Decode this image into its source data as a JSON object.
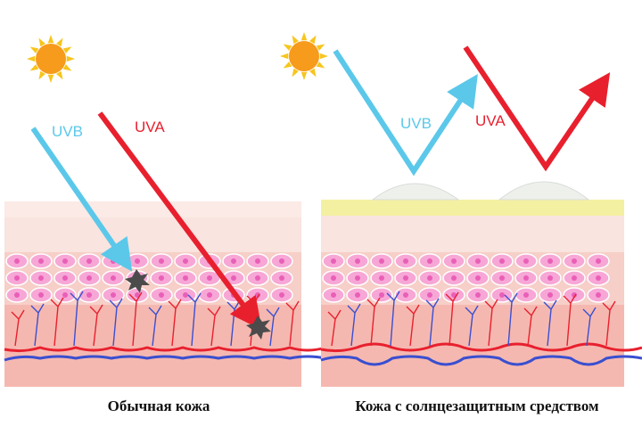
{
  "labels": {
    "uvb_left": "UVB",
    "uva_left": "UVA",
    "uvb_right": "UVB",
    "uva_right": "UVA"
  },
  "captions": {
    "left": "Обычная кожа",
    "right": "Кожа с солнцезащитным средством"
  },
  "colors": {
    "uvb": "#5bc8ea",
    "uva": "#e8202e",
    "sun": "#f79b1c",
    "sun_rays": "#f7c51c",
    "epidermis": "#f9e4df",
    "cell_layer": "#f6cfc8",
    "cell_fill": "#f7a7d6",
    "cell_core": "#e95fb8",
    "dermis": "#f5b8b0",
    "vessel_red": "#e8202e",
    "vessel_blue": "#3a4fd0",
    "sunscreen": "#f4f0a2"
  }
}
